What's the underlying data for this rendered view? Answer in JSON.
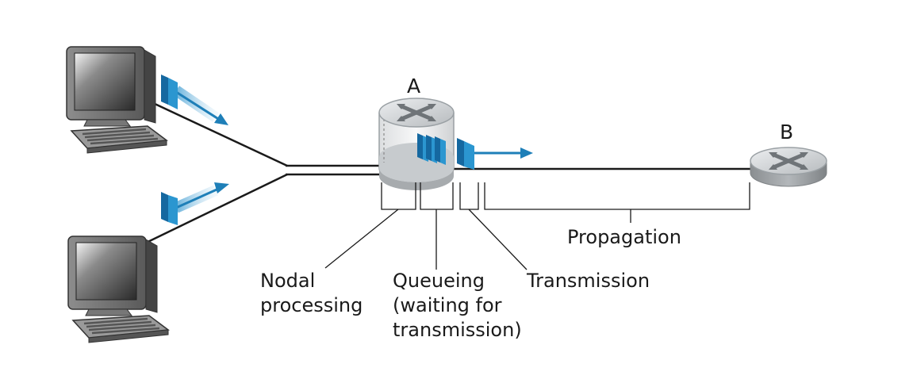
{
  "diagram": {
    "router_a_label": "A",
    "router_b_label": "B",
    "labels": {
      "nodal": "Nodal\nprocessing",
      "queueing": "Queueing\n(waiting for\ntransmission)",
      "transmission": "Transmission",
      "propagation": "Propagation"
    },
    "icons": [
      "computer-icon",
      "computer-icon",
      "router-icon",
      "router-icon",
      "packet-icon",
      "arrow-icon"
    ],
    "colors": {
      "packet": "#1e88c0",
      "packet_light": "#bfe0f2",
      "line": "#1a1a1a",
      "router_body": "#d9dde0"
    }
  }
}
